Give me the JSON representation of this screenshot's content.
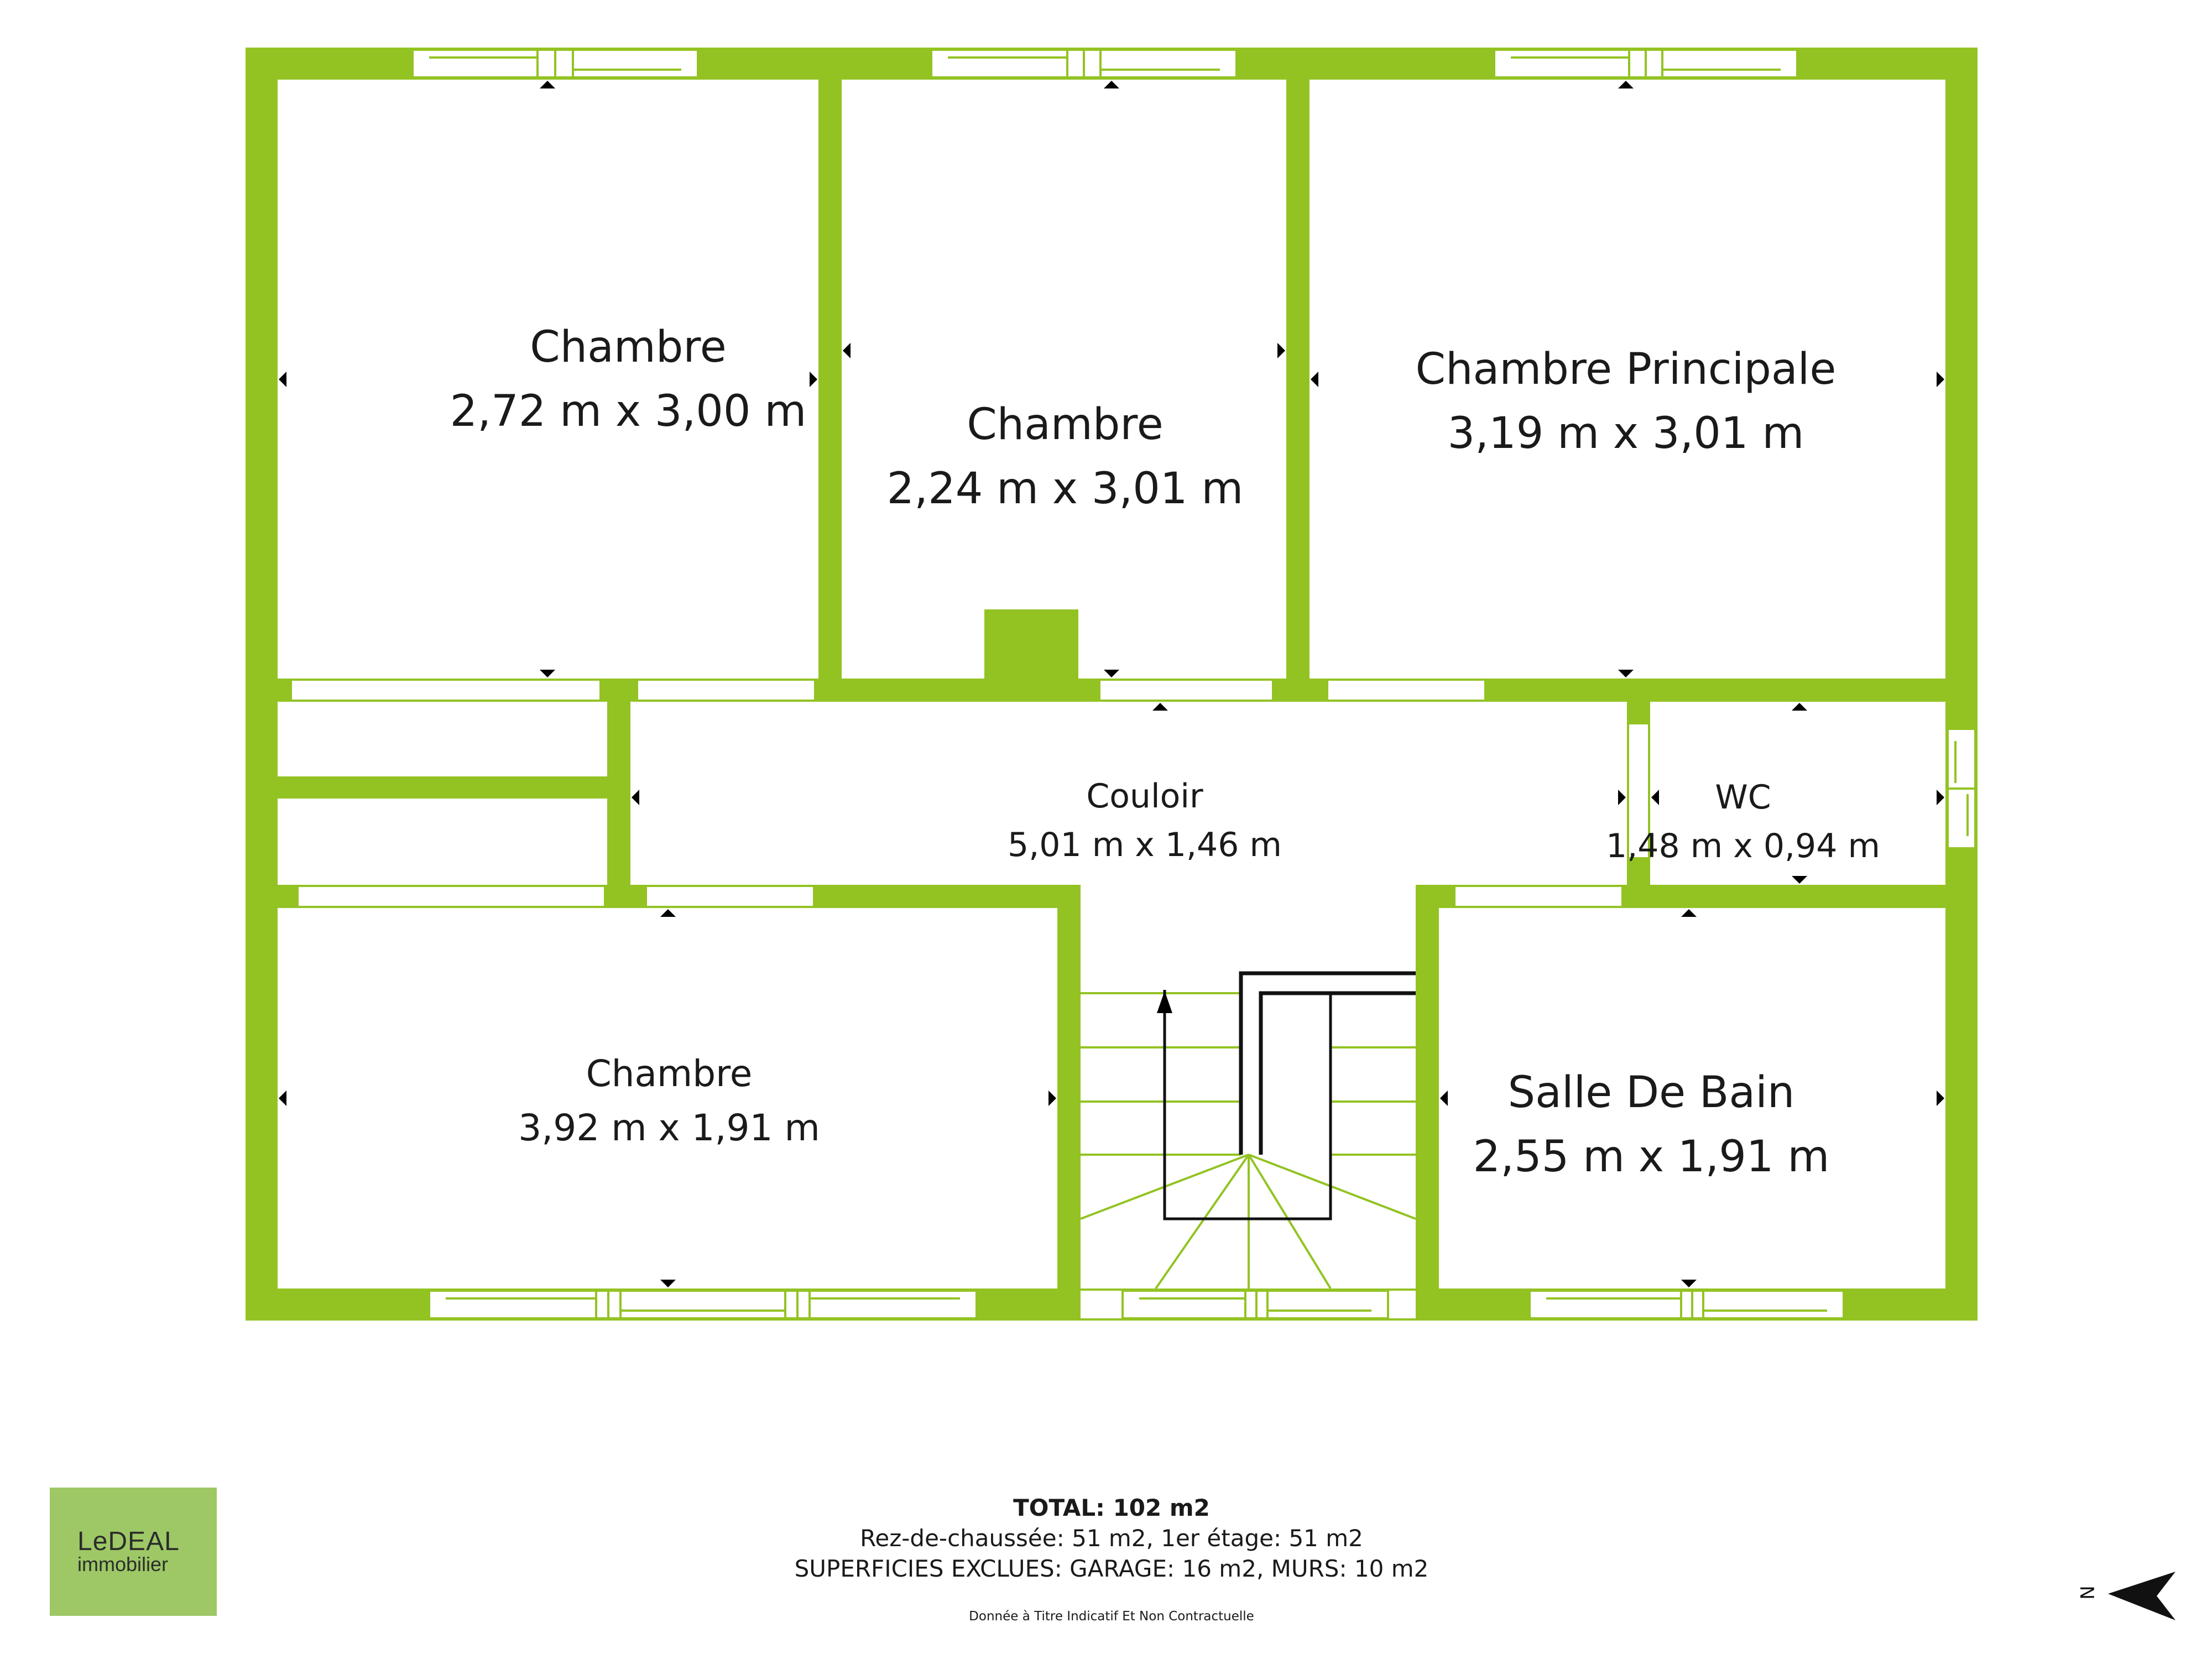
{
  "colors": {
    "wall": "#93c323",
    "stair_lines": "#93c323",
    "logo_background": "#9dc865",
    "text": "#1a1a1a"
  },
  "rooms": [
    {
      "name": "Chambre",
      "dimensions": "2,72 m x 3,00 m"
    },
    {
      "name": "Chambre",
      "dimensions": "2,24 m x 3,01 m"
    },
    {
      "name": "Chambre Principale",
      "dimensions": "3,19 m x 3,01 m"
    },
    {
      "name": "Couloir",
      "dimensions": "5,01 m x 1,46 m"
    },
    {
      "name": "WC",
      "dimensions": "1,48 m x 0,94 m"
    },
    {
      "name": "Chambre",
      "dimensions": "3,92 m x 1,91 m"
    },
    {
      "name": "Salle De Bain",
      "dimensions": "2,55 m x 1,91 m"
    }
  ],
  "logo": {
    "main": "LeDEAL",
    "sub": "immobilier"
  },
  "footer": {
    "total": "TOTAL: 102 m2",
    "levels": "Rez-de-chaussée: 51 m2, 1er étage: 51 m2",
    "excluded": "SUPERFICIES EXCLUES: GARAGE: 16 m2, MURS: 10 m2",
    "disclaimer": "Donnée à Titre Indicatif Et Non Contractuelle"
  },
  "compass": {
    "label": "N",
    "icon": "north-arrow-icon"
  }
}
